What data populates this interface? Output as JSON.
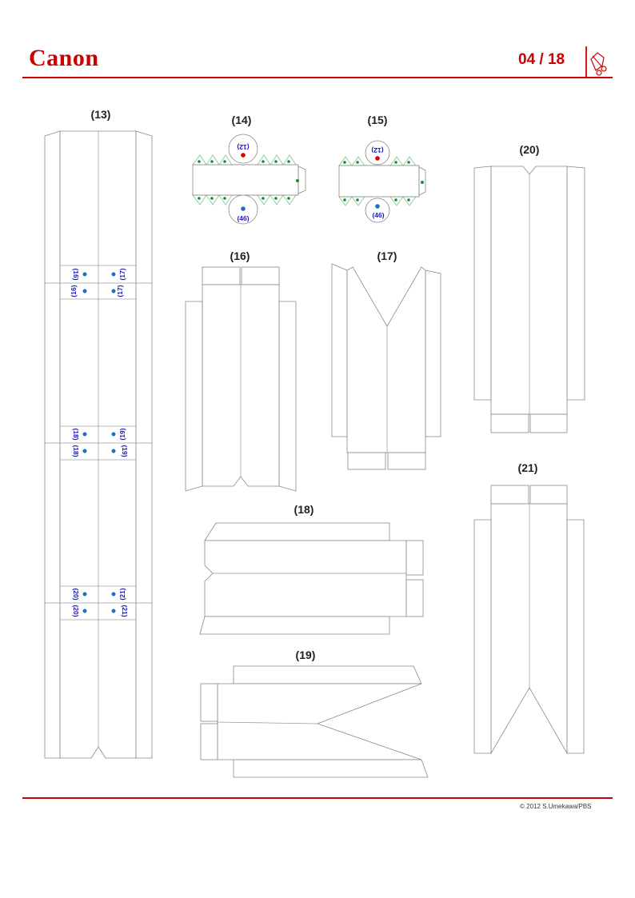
{
  "brand": {
    "logo_text": "Canon",
    "accent": "#cc0000"
  },
  "header": {
    "page_indicator": "04 / 18",
    "icon": "scissors-cut-icon"
  },
  "parts": {
    "p13": "(13)",
    "p14": "(14)",
    "p15": "(15)",
    "p16": "(16)",
    "p17": "(17)",
    "p18": "(18)",
    "p19": "(19)",
    "p20": "(20)",
    "p21": "(21)"
  },
  "marks": {
    "m12": "(12)",
    "m46": "(46)",
    "m16": "(16)",
    "m17": "(17)",
    "m18": "(18)",
    "m19": "(19)",
    "m20": "(20)",
    "m21": "(21)"
  },
  "footer": {
    "copyright": "© 2012 S.Umekawa/PBS"
  }
}
